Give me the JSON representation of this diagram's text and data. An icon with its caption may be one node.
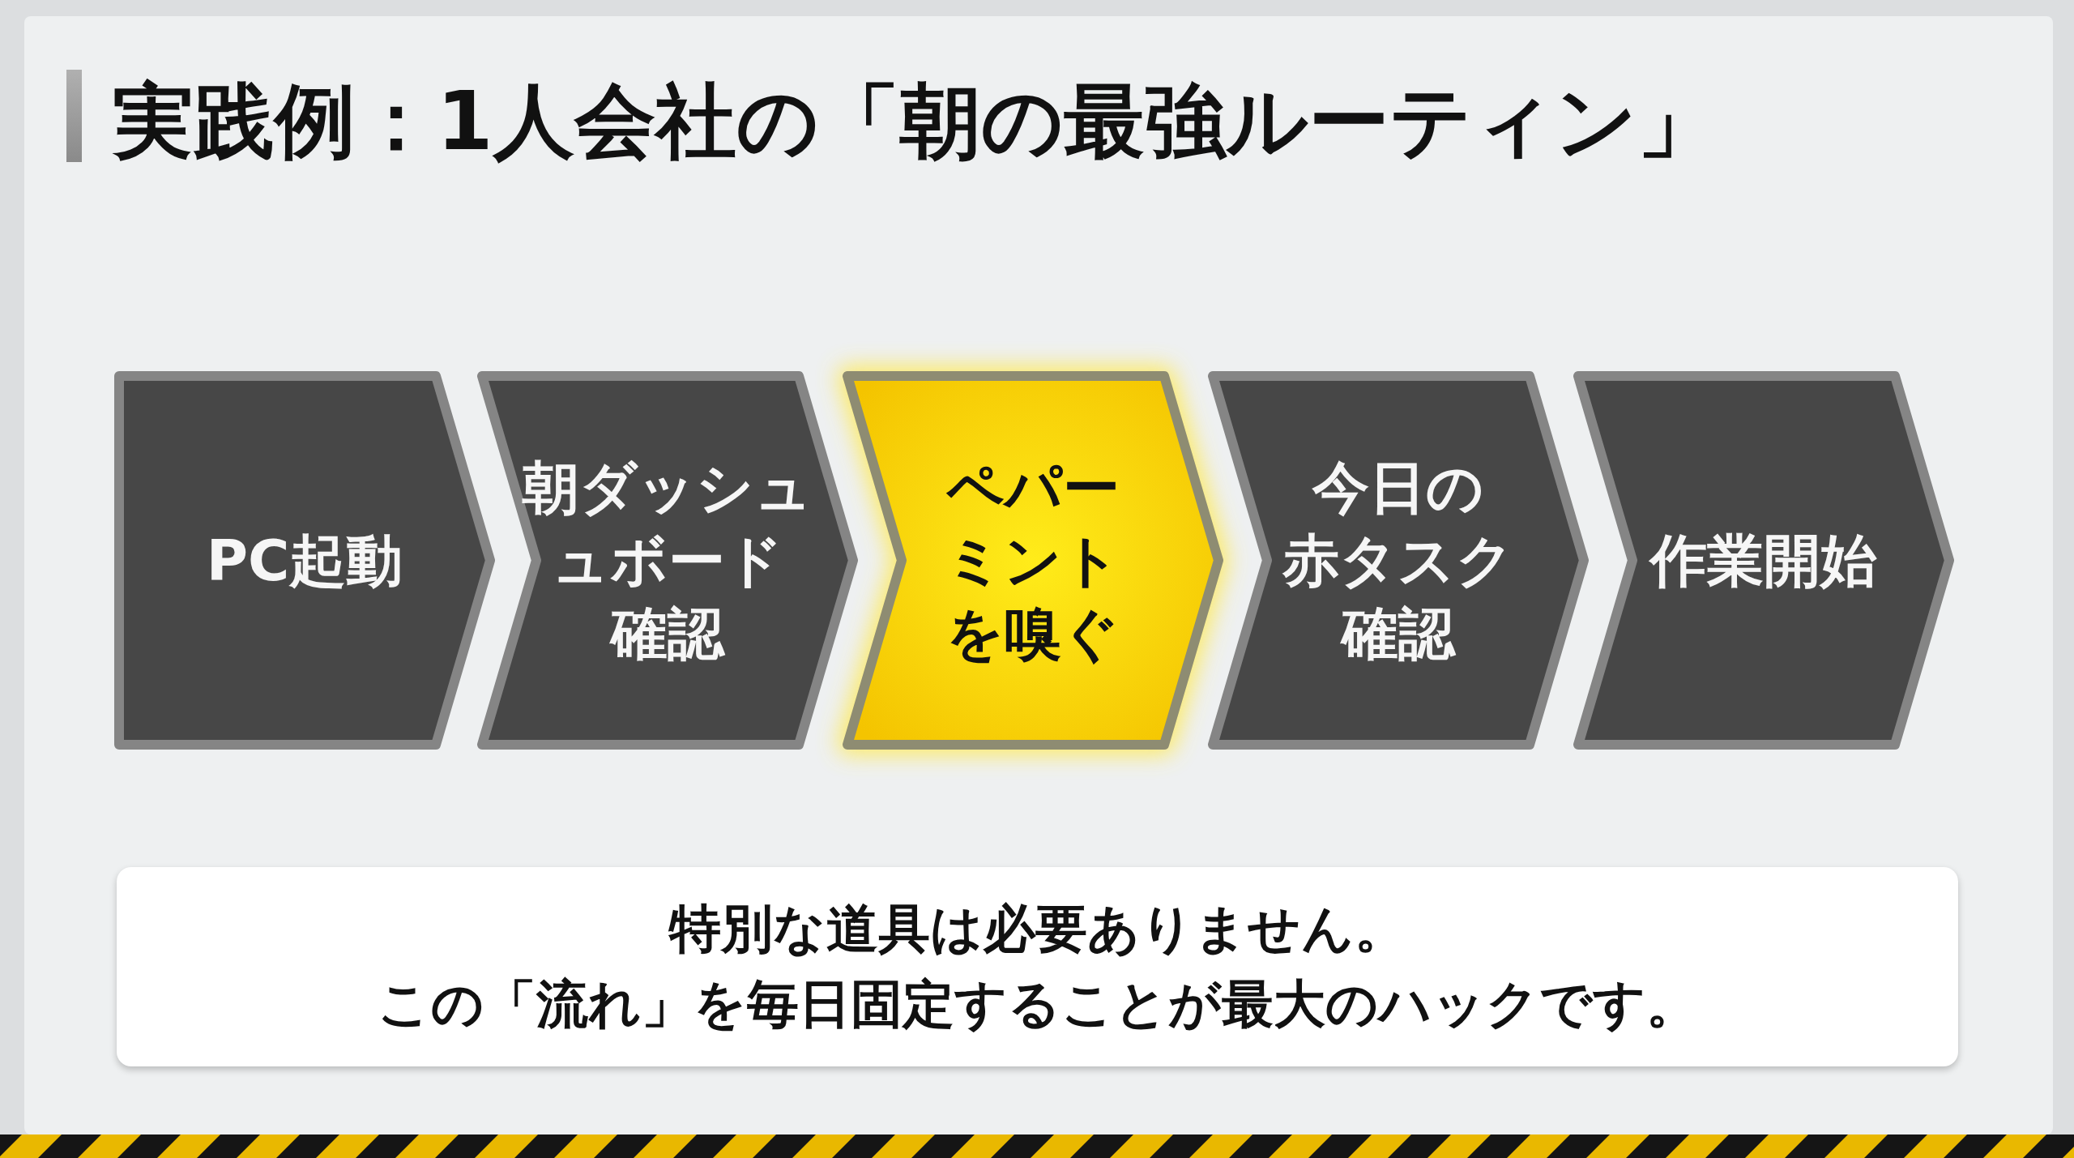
{
  "diagram": {
    "title": "実践例：1人会社の「朝の最強ルーティン」",
    "nodes": [
      {
        "text": [
          "PC起動"
        ]
      },
      {
        "text": [
          "朝ダッシュュボード確認"
        ]
      },
      {
        "text": [
          "ペパーミントを嗅ぐ"
        ]
      },
      {
        "text": [
          "今日の赤タスク確認"
        ]
      },
      {
        "text": [
          "作業開始"
        ]
      },
      {
        "text": [
          "特別な道具は必要ありません。この「流れ」を毎日固定することが最大のハックです。"
        ]
      }
    ]
  }
}
